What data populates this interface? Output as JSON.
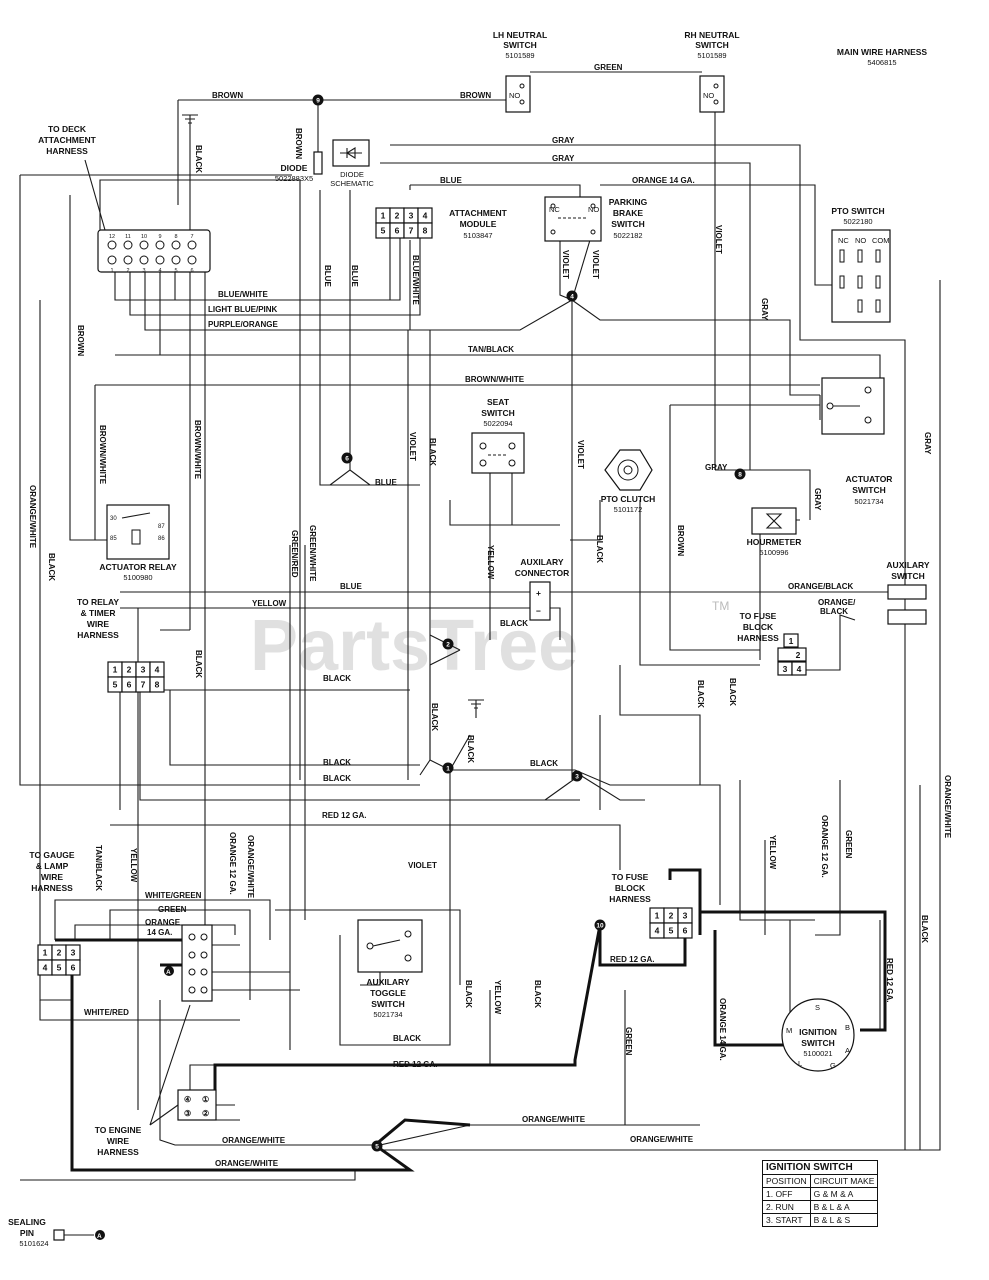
{
  "title": "MAIN WIRE HARNESS",
  "title_part": "5406815",
  "watermark": "PartsTree",
  "watermark_tm": "TM",
  "components": {
    "lh_neutral": {
      "name1": "LH NEUTRAL",
      "name2": "SWITCH",
      "part": "5101589",
      "contact": "NO"
    },
    "rh_neutral": {
      "name1": "RH NEUTRAL",
      "name2": "SWITCH",
      "part": "5101589",
      "contact": "NO"
    },
    "deck": {
      "name1": "TO DECK",
      "name2": "ATTACHMENT",
      "name3": "HARNESS",
      "pins_top": [
        "12",
        "11",
        "10",
        "9",
        "8",
        "7"
      ],
      "pins_bottom": [
        "1",
        "2",
        "3",
        "4",
        "5",
        "6"
      ]
    },
    "diode": {
      "name": "DIODE",
      "part": "5022883X5"
    },
    "diode_schematic": {
      "name1": "DIODE",
      "name2": "SCHEMATIC"
    },
    "attachment_module": {
      "name1": "ATTACHMENT",
      "name2": "MODULE",
      "part": "5103847",
      "pins": [
        "1",
        "2",
        "3",
        "4",
        "5",
        "6",
        "7",
        "8"
      ]
    },
    "parking_brake": {
      "name1": "PARKING",
      "name2": "BRAKE",
      "name3": "SWITCH",
      "part": "5022182",
      "nc": "NC",
      "no": "NO"
    },
    "pto_switch": {
      "name": "PTO SWITCH",
      "part": "5022180",
      "nc": "NC",
      "no": "NO",
      "com": "COM"
    },
    "seat_switch": {
      "name1": "SEAT",
      "name2": "SWITCH",
      "part": "5022094"
    },
    "pto_clutch": {
      "name": "PTO CLUTCH",
      "part": "5101172"
    },
    "actuator_switch": {
      "name1": "ACTUATOR",
      "name2": "SWITCH",
      "part": "5021734"
    },
    "hourmeter": {
      "name": "HOURMETER",
      "part": "5100996"
    },
    "actuator_relay": {
      "name": "ACTUATOR RELAY",
      "part": "5100980",
      "pins": [
        "30",
        "87",
        "85",
        "86"
      ]
    },
    "aux_connector": {
      "name1": "AUXILARY",
      "name2": "CONNECTOR",
      "plus": "+",
      "minus": "−"
    },
    "aux_switch": {
      "name1": "AUXILARY",
      "name2": "SWITCH"
    },
    "relay_timer": {
      "name1": "TO RELAY",
      "name2": "& TIMER",
      "name3": "WIRE",
      "name4": "HARNESS",
      "pins": [
        "1",
        "2",
        "3",
        "4",
        "5",
        "6",
        "7",
        "8"
      ]
    },
    "fuse_block_1": {
      "name1": "TO FUSE",
      "name2": "BLOCK",
      "name3": "HARNESS",
      "pins": [
        "1",
        "2",
        "3",
        "4"
      ]
    },
    "fuse_block_2": {
      "name1": "TO FUSE",
      "name2": "BLOCK",
      "name3": "HARNESS",
      "pins": [
        "1",
        "2",
        "3",
        "4",
        "5",
        "6"
      ]
    },
    "gauge_lamp": {
      "name1": "TO GAUGE",
      "name2": "& LAMP",
      "name3": "WIRE",
      "name4": "HARNESS",
      "pins": [
        "1",
        "2",
        "3",
        "4",
        "5",
        "6"
      ]
    },
    "aux_toggle": {
      "name1": "AUXILARY",
      "name2": "TOGGLE",
      "name3": "SWITCH",
      "part": "5021734"
    },
    "engine_harness": {
      "name1": "TO ENGINE",
      "name2": "WIRE",
      "name3": "HARNESS",
      "pins": [
        "④",
        "①",
        "③",
        "②"
      ]
    },
    "ignition_switch": {
      "name1": "IGNITION",
      "name2": "SWITCH",
      "part": "5100021",
      "terms": [
        "S",
        "M",
        "B",
        "A",
        "L",
        "G"
      ]
    },
    "sealing_pin": {
      "name1": "SEALING",
      "name2": "PIN",
      "part": "5101624",
      "ref": "A"
    }
  },
  "wires": {
    "brown": "BROWN",
    "green": "GREEN",
    "gray": "GRAY",
    "black": "BLACK",
    "blue": "BLUE",
    "orange14": "ORANGE 14 GA.",
    "violet": "VIOLET",
    "blue_white": "BLUE/WHITE",
    "light_blue_pink": "LIGHT BLUE/PINK",
    "purple_orange": "PURPLE/ORANGE",
    "tan_black": "TAN/BLACK",
    "brown_white": "BROWN/WHITE",
    "orange_white": "ORANGE/WHITE",
    "green_red": "GREEN/RED",
    "green_white": "GREEN/WHITE",
    "yellow": "YELLOW",
    "orange_black": "ORANGE/BLACK",
    "orange_black_split1": "ORANGE/",
    "orange_black_split2": "BLACK",
    "red12": "RED 12 GA.",
    "orange12": "ORANGE 12 GA.",
    "white_green": "WHITE/GREEN",
    "orange_14ga_a": "ORANGE",
    "orange_14ga_b": "14 GA.",
    "white_red": "WHITE/RED"
  },
  "nodes": [
    "1",
    "2",
    "3",
    "4",
    "5",
    "6",
    "8",
    "9",
    "10"
  ],
  "ignition_table": {
    "title": "IGNITION SWITCH",
    "headers": [
      "POSITION",
      "CIRCUIT MAKE"
    ],
    "rows": [
      [
        "1. OFF",
        "G & M & A"
      ],
      [
        "2. RUN",
        "B & L & A"
      ],
      [
        "3. START",
        "B & L & S"
      ]
    ]
  }
}
